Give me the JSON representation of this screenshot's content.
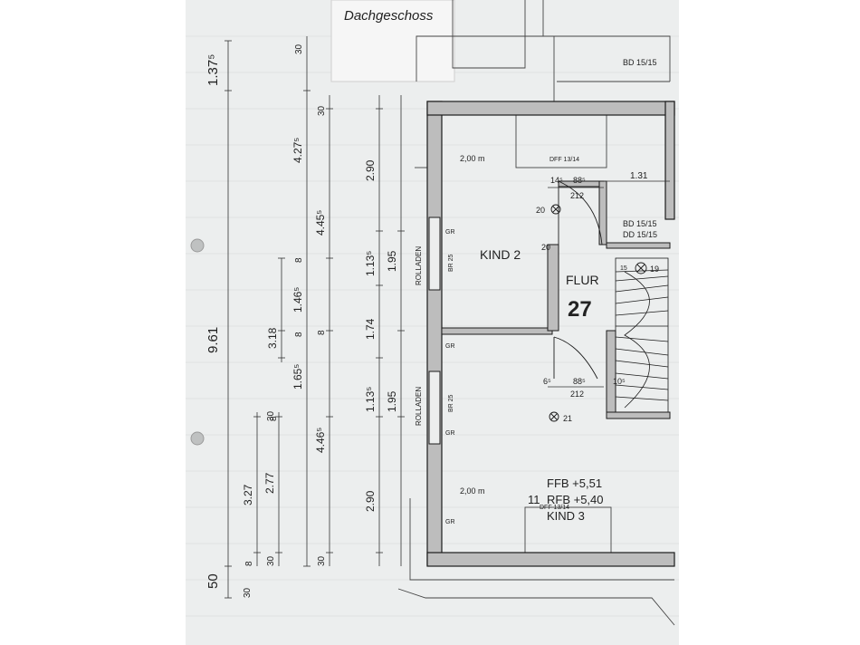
{
  "sheet": {
    "note_label": "Dachgeschoss",
    "colors": {
      "paper": "#eceeee",
      "ink": "#1c1c1c",
      "wall_fill": "#bdbdbd",
      "grid": "#c9cccc"
    }
  },
  "rooms": {
    "kind2": "KIND 2",
    "flur": "FLUR",
    "flur_number": "27",
    "kind3": "KIND 3",
    "kind3_number": "11",
    "ffb": "FFB +5,51",
    "rfb": "RFB +5,40"
  },
  "labels": {
    "bd_top": "BD 15/15",
    "bd_mid": "BD 15/15",
    "dd_mid": "DD 15/15",
    "dff_top": "DFF 13/14",
    "dff_bottom": "DFF 13/14",
    "span_top": "2,00 m",
    "span_bottom": "2,00 m",
    "rollladen_top": "ROLLADEN",
    "rollladen_bottom": "ROLLADEN",
    "gr_1": "GR",
    "gr_2": "GR",
    "gr_3": "GR",
    "gr_4": "GR",
    "br_top": "BR 25",
    "br_bottom": "BR 25",
    "circ_20a": "20",
    "circ_20b": "20",
    "circ_19": "19",
    "circ_21": "21",
    "circ_15": "15"
  },
  "dimensions": {
    "overall": "9.61",
    "top_offset": "1.37⁵",
    "bottom_offset": "50",
    "left_30_bottom": "30",
    "chain_a": {
      "v30_top": "30",
      "v427": "4.27⁵",
      "v445": "4.45⁵",
      "v8a": "8",
      "v8b": "8",
      "v446": "4.46⁵",
      "v30_bottom": "30",
      "v30_left": "30"
    },
    "chain_b": {
      "v30": "30",
      "v290_top": "2.90",
      "v113_top": "1.13⁵",
      "v174": "1.74",
      "v113_bottom": "1.13⁵",
      "v290_bottom": "2.90"
    },
    "chain_c": {
      "v195_top": "1.95",
      "v195_bottom": "1.95"
    },
    "chain_d": {
      "v318": "3.18",
      "v146": "1.46⁵",
      "v165": "1.65⁵",
      "v8c": "8",
      "v8d": "8"
    },
    "chain_e": {
      "v327": "3.27",
      "v277": "2.77",
      "v8e": "8",
      "v30": "30"
    },
    "door_top": {
      "a": "14⁵",
      "b": "88⁵",
      "c": "212"
    },
    "door_bottom": {
      "a": "6⁵",
      "b": "88⁵",
      "c": "212"
    },
    "right_131": "1.31",
    "stair_15": "15",
    "stair_10": "10⁵"
  }
}
